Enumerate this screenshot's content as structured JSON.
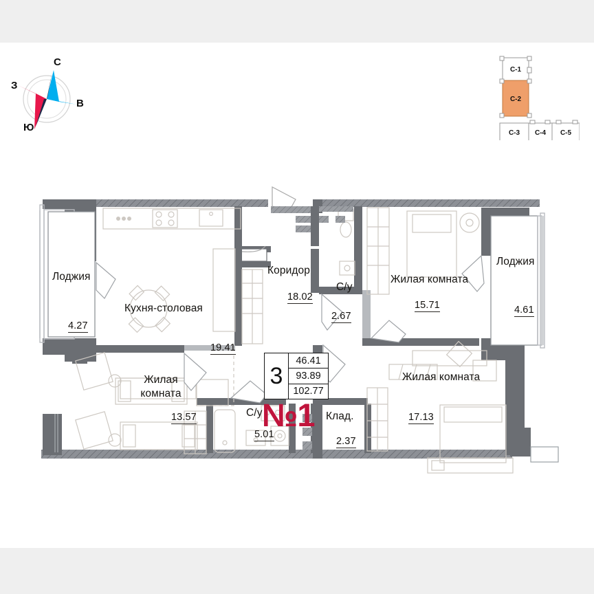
{
  "compass": {
    "north": "С",
    "east": "В",
    "south": "Ю",
    "west": "З",
    "colors": {
      "cyan": "#00aeef",
      "crimson": "#e8174b",
      "dark": "#1b2a4a",
      "ring": "#cfcfcf"
    }
  },
  "section_key": {
    "sections": [
      {
        "id": "C-1",
        "label": "С-1",
        "highlighted": false
      },
      {
        "id": "C-2",
        "label": "С-2",
        "highlighted": true
      },
      {
        "id": "C-3",
        "label": "С-3",
        "highlighted": false
      },
      {
        "id": "C-4",
        "label": "С-4",
        "highlighted": false
      },
      {
        "id": "C-5",
        "label": "С-5",
        "highlighted": false
      }
    ],
    "highlight_color": "#ef9f6a"
  },
  "info_box": {
    "rooms": "3",
    "area_living": "46.41",
    "area_total": "93.89",
    "area_with_loggia": "102.77"
  },
  "flat_number": {
    "prefix": "№",
    "number": "1",
    "color": "#c0143c"
  },
  "rooms": [
    {
      "key": "loggia_left",
      "name": "Лоджия",
      "area": "4.27"
    },
    {
      "key": "kitchen",
      "name": "Кухня-столовая",
      "area": "19.41"
    },
    {
      "key": "corridor",
      "name": "Коридор",
      "area": "18.02"
    },
    {
      "key": "wc_top",
      "name": "С/у",
      "area": "2.67"
    },
    {
      "key": "bedroom_top",
      "name": "Жилая комната",
      "area": "15.71"
    },
    {
      "key": "loggia_right",
      "name": "Лоджия",
      "area": "4.61"
    },
    {
      "key": "bedroom_left",
      "name_line1": "Жилая",
      "name_line2": "комната",
      "name": "Жилая комната",
      "area": "13.57"
    },
    {
      "key": "wc_bottom",
      "name": "С/у",
      "area": "5.01"
    },
    {
      "key": "storage",
      "name": "Клад.",
      "area": "2.37"
    },
    {
      "key": "bedroom_right",
      "name": "Жилая комната",
      "area": "17.13"
    }
  ],
  "palette": {
    "wall_dark": "#6b6e73",
    "wall_hatch": "#8d9096",
    "furniture_line": "#c9c4be",
    "text": "#14120f",
    "band": "#efefef"
  }
}
